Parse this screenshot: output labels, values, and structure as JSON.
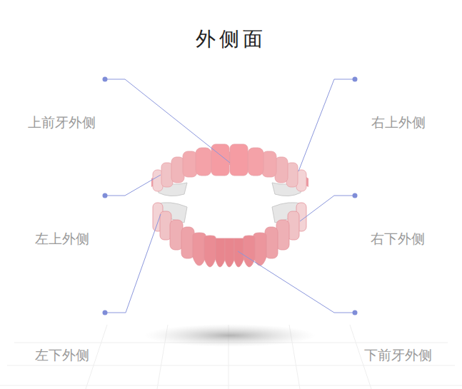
{
  "diagram": {
    "title": "外侧面",
    "labels": [
      "上前牙外侧",
      "右上外侧",
      "左上外侧",
      "右下外侧",
      "左下外侧",
      "下前牙外侧"
    ]
  }
}
